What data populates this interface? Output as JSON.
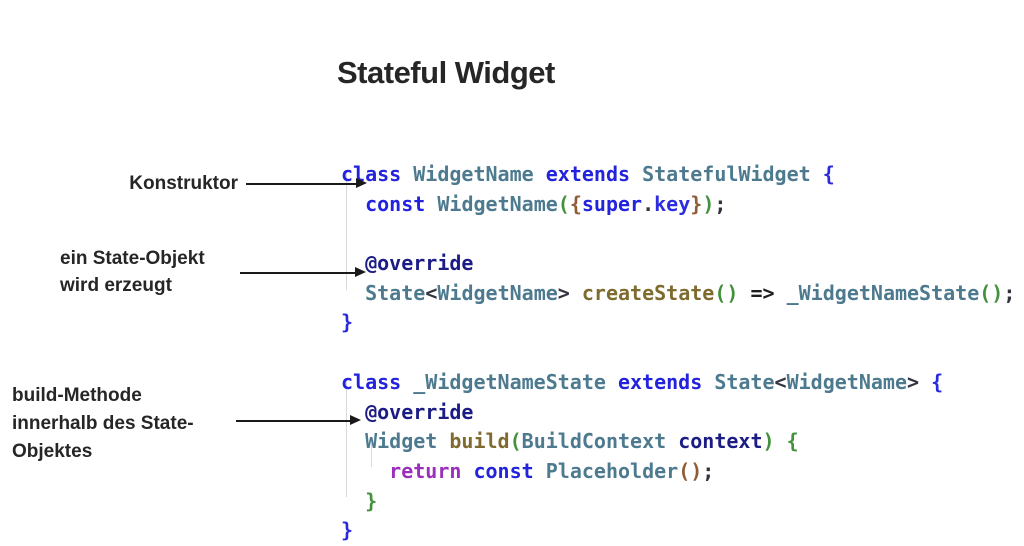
{
  "title": "Stateful Widget",
  "annotations": {
    "konstruktor": {
      "line1": "Konstruktor"
    },
    "state_objekt": {
      "line1": "ein State-Objekt",
      "line2": "wird erzeugt"
    },
    "build_methode": {
      "line1": "build-Methode",
      "line2": "innerhalb des State-",
      "line3": "Objektes"
    }
  },
  "colors": {
    "background": "#ffffff",
    "label_text": "#262626",
    "arrow": "#1a1a1a",
    "indent_guide": "#d9d9d9",
    "syntax": {
      "kw": "#2323dd",
      "kw2": "#2d2de0",
      "ann": "#1c1c85",
      "type": "#4d7a8f",
      "meth": "#7f6b30",
      "ret": "#9a2fbc",
      "p1": "#2a2ae0",
      "p2": "#43913c",
      "p3": "#8f5c38",
      "pu": "#333340",
      "op": "#1e1e1e",
      "txt": "#1e1e1e"
    }
  },
  "code": {
    "language": "dart",
    "lines": [
      [
        [
          "kw",
          "class"
        ],
        [
          "txt",
          " "
        ],
        [
          "type",
          "WidgetName"
        ],
        [
          "txt",
          " "
        ],
        [
          "kw",
          "extends"
        ],
        [
          "txt",
          " "
        ],
        [
          "type",
          "StatefulWidget"
        ],
        [
          "txt",
          " "
        ],
        [
          "p1",
          "{"
        ]
      ],
      [
        [
          "txt",
          "  "
        ],
        [
          "kw",
          "const"
        ],
        [
          "txt",
          " "
        ],
        [
          "type",
          "WidgetName"
        ],
        [
          "p2",
          "("
        ],
        [
          "p3",
          "{"
        ],
        [
          "kw",
          "super"
        ],
        [
          "pu",
          "."
        ],
        [
          "kw2",
          "key"
        ],
        [
          "p3",
          "}"
        ],
        [
          "p2",
          ")"
        ],
        [
          "pu",
          ";"
        ]
      ],
      [],
      [
        [
          "txt",
          "  "
        ],
        [
          "ann",
          "@override"
        ]
      ],
      [
        [
          "txt",
          "  "
        ],
        [
          "type",
          "State"
        ],
        [
          "pu",
          "<"
        ],
        [
          "type",
          "WidgetName"
        ],
        [
          "pu",
          ">"
        ],
        [
          "txt",
          " "
        ],
        [
          "meth",
          "createState"
        ],
        [
          "p2",
          "()"
        ],
        [
          "txt",
          " "
        ],
        [
          "op",
          "=>"
        ],
        [
          "txt",
          " "
        ],
        [
          "type",
          "_WidgetNameState"
        ],
        [
          "p2",
          "()"
        ],
        [
          "pu",
          ";"
        ]
      ],
      [
        [
          "p1",
          "}"
        ]
      ],
      [],
      [
        [
          "kw",
          "class"
        ],
        [
          "txt",
          " "
        ],
        [
          "type",
          "_WidgetNameState"
        ],
        [
          "txt",
          " "
        ],
        [
          "kw",
          "extends"
        ],
        [
          "txt",
          " "
        ],
        [
          "type",
          "State"
        ],
        [
          "pu",
          "<"
        ],
        [
          "type",
          "WidgetName"
        ],
        [
          "pu",
          ">"
        ],
        [
          "txt",
          " "
        ],
        [
          "p1",
          "{"
        ]
      ],
      [
        [
          "txt",
          "  "
        ],
        [
          "ann",
          "@override"
        ]
      ],
      [
        [
          "txt",
          "  "
        ],
        [
          "type",
          "Widget"
        ],
        [
          "txt",
          " "
        ],
        [
          "meth",
          "build"
        ],
        [
          "p2",
          "("
        ],
        [
          "type",
          "BuildContext"
        ],
        [
          "txt",
          " "
        ],
        [
          "ann",
          "context"
        ],
        [
          "p2",
          ")"
        ],
        [
          "txt",
          " "
        ],
        [
          "p2",
          "{"
        ]
      ],
      [
        [
          "txt",
          "    "
        ],
        [
          "ret",
          "return"
        ],
        [
          "txt",
          " "
        ],
        [
          "kw",
          "const"
        ],
        [
          "txt",
          " "
        ],
        [
          "type",
          "Placeholder"
        ],
        [
          "p3",
          "()"
        ],
        [
          "pu",
          ";"
        ]
      ],
      [
        [
          "txt",
          "  "
        ],
        [
          "p2",
          "}"
        ]
      ],
      [
        [
          "p1",
          "}"
        ]
      ]
    ]
  }
}
